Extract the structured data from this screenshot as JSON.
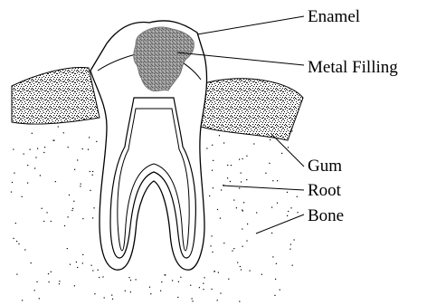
{
  "labels": {
    "enamel": "Enamel",
    "metal_filling": "Metal Filling",
    "gum": "Gum",
    "root": "Root",
    "bone": "Bone"
  },
  "colors": {
    "line": "#000000",
    "filling": "#888888",
    "background": "#ffffff"
  }
}
